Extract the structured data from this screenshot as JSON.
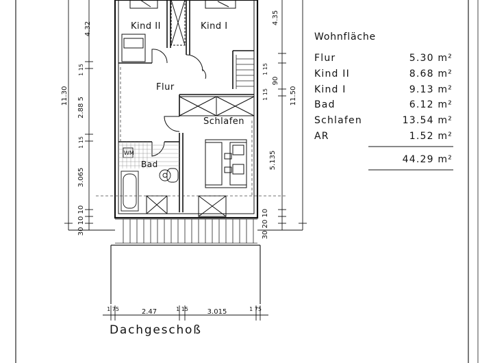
{
  "rooms": {
    "kind2": "Kind II",
    "kind1": "Kind I",
    "flur": "Flur",
    "schlafen": "Schlafen",
    "bad": "Bad",
    "wm": "WM"
  },
  "dimensions": {
    "left": [
      "4.32",
      "1 15",
      "2.88 5",
      "1 15",
      "3.065",
      "30 10 10"
    ],
    "left_total": "11.30",
    "right": [
      "4.35",
      "1 15",
      "90",
      "1 15",
      "5.135",
      "30 20 10"
    ],
    "right_total": "11.50",
    "bottom": [
      "1 75",
      "2.47",
      "1 15",
      "3.015",
      "1 75"
    ]
  },
  "area_table": {
    "title": "Wohnfläche",
    "rows": [
      {
        "name": "Flur",
        "value": "5.30 m²"
      },
      {
        "name": "Kind II",
        "value": "8.68 m²"
      },
      {
        "name": "Kind I",
        "value": "9.13 m²"
      },
      {
        "name": "Bad",
        "value": "6.12 m²"
      },
      {
        "name": "Schlafen",
        "value": "13.54 m²"
      },
      {
        "name": "AR",
        "value": "1.52 m²"
      }
    ],
    "total": "44.29 m²"
  },
  "floor_title": "Dachgeschoß"
}
